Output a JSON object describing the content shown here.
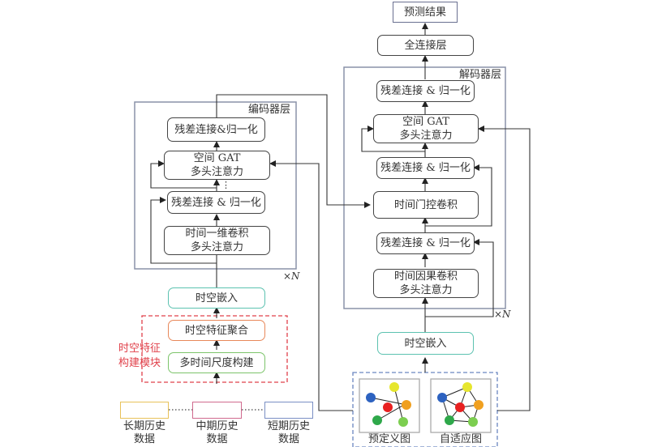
{
  "encoder": {
    "title": "编码器层",
    "repeat": "×N",
    "blocks": {
      "residual_top": "残差连接&归一化",
      "gat_line1": "空间 GAT",
      "gat_line2": "多头注意力",
      "dots": "⋮",
      "residual_bottom": "残差连接 & 归一化",
      "conv_line1": "时间一维卷积",
      "conv_line2": "多头注意力"
    }
  },
  "embedding_left": "时空嵌入",
  "feature_module": {
    "title_line1": "时空特征",
    "title_line2": "构建模块",
    "aggregation": "时空特征聚合",
    "multiscale": "多时间尺度构建",
    "border_color": "#e0404a"
  },
  "history_inputs": [
    {
      "line1": "长期历史",
      "line2": "数据",
      "color": "#e8c25a"
    },
    {
      "line1": "中期历史",
      "line2": "数据",
      "color": "#d06a8e"
    },
    {
      "line1": "短期历史",
      "line2": "数据",
      "color": "#7a8fc4"
    }
  ],
  "decoder": {
    "title": "解码器层",
    "repeat": "×N",
    "blocks": {
      "residual_top": "残差连接 & 归一化",
      "gat_line1": "空间 GAT",
      "gat_line2": "多头注意力",
      "residual_mid": "残差连接 & 归一化",
      "gated_conv": "时间门控卷积",
      "residual_bottom": "残差连接 & 归一化",
      "causal_line1": "时间因果卷积",
      "causal_line2": "多头注意力"
    }
  },
  "fully_connected": "全连接层",
  "prediction": "预测结果",
  "embedding_right": "时空嵌入",
  "graphs": {
    "predefined": "预定义图",
    "adaptive": "自适应图",
    "node_colors": {
      "blue": "#2d62c0",
      "yellow": "#e6e62e",
      "red": "#e82020",
      "orange": "#f0a020",
      "green": "#2ea84a",
      "lightgreen": "#7cce50"
    }
  },
  "colors": {
    "embedding_border": "#5cc2b0",
    "aggregation_border": "#e8885a",
    "multiscale_border": "#7cc46a",
    "layer_frame": "#8a92a8",
    "graph_group_border": "#6a86c0"
  }
}
